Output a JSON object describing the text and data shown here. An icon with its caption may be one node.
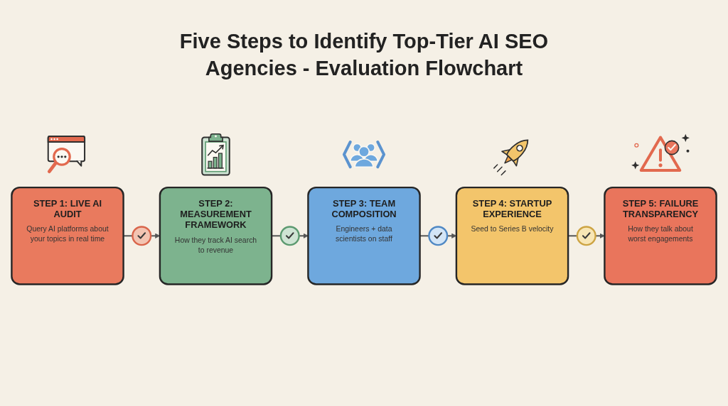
{
  "diagram": {
    "title": "Five Steps to Identify Top-Tier AI SEO Agencies - Evaluation Flowchart",
    "nodes": [
      {
        "text": [
          "STEP 1: LIVE AI AUDIT",
          "Query AI platforms about your topics in real time"
        ]
      },
      {
        "text": [],
        "shape": "circle"
      },
      {
        "text": [
          "STEP 2: MEASUREMENT FRAMEWORK",
          "How they track AI search to revenue"
        ]
      },
      {
        "text": [],
        "shape": "circle"
      },
      {
        "text": [
          "STEP 3: TEAM COMPOSITION",
          "Engineers + data scientists on staff"
        ]
      },
      {
        "text": [],
        "shape": "circle"
      },
      {
        "text": [
          "STEP 4: STARTUP EXPERIENCE",
          "Seed to Series B velocity"
        ]
      },
      {
        "text": [],
        "shape": "circle"
      },
      {
        "text": [
          "STEP 5: FAILURE TRANSPARENCY",
          "How they talk about worst engagements"
        ]
      }
    ],
    "edges": [
      {
        "from": 0,
        "to": 1,
        "arrow": "none"
      },
      {
        "from": 1,
        "to": 2,
        "arrow": "to"
      },
      {
        "from": 2,
        "to": 3,
        "arrow": "none"
      },
      {
        "from": 3,
        "to": 4,
        "arrow": "to"
      },
      {
        "from": 4,
        "to": 5,
        "arrow": "none"
      },
      {
        "from": 5,
        "to": 6,
        "arrow": "to"
      },
      {
        "from": 6,
        "to": 7,
        "arrow": "none"
      },
      {
        "from": 7,
        "to": 8,
        "arrow": "to"
      }
    ]
  }
}
